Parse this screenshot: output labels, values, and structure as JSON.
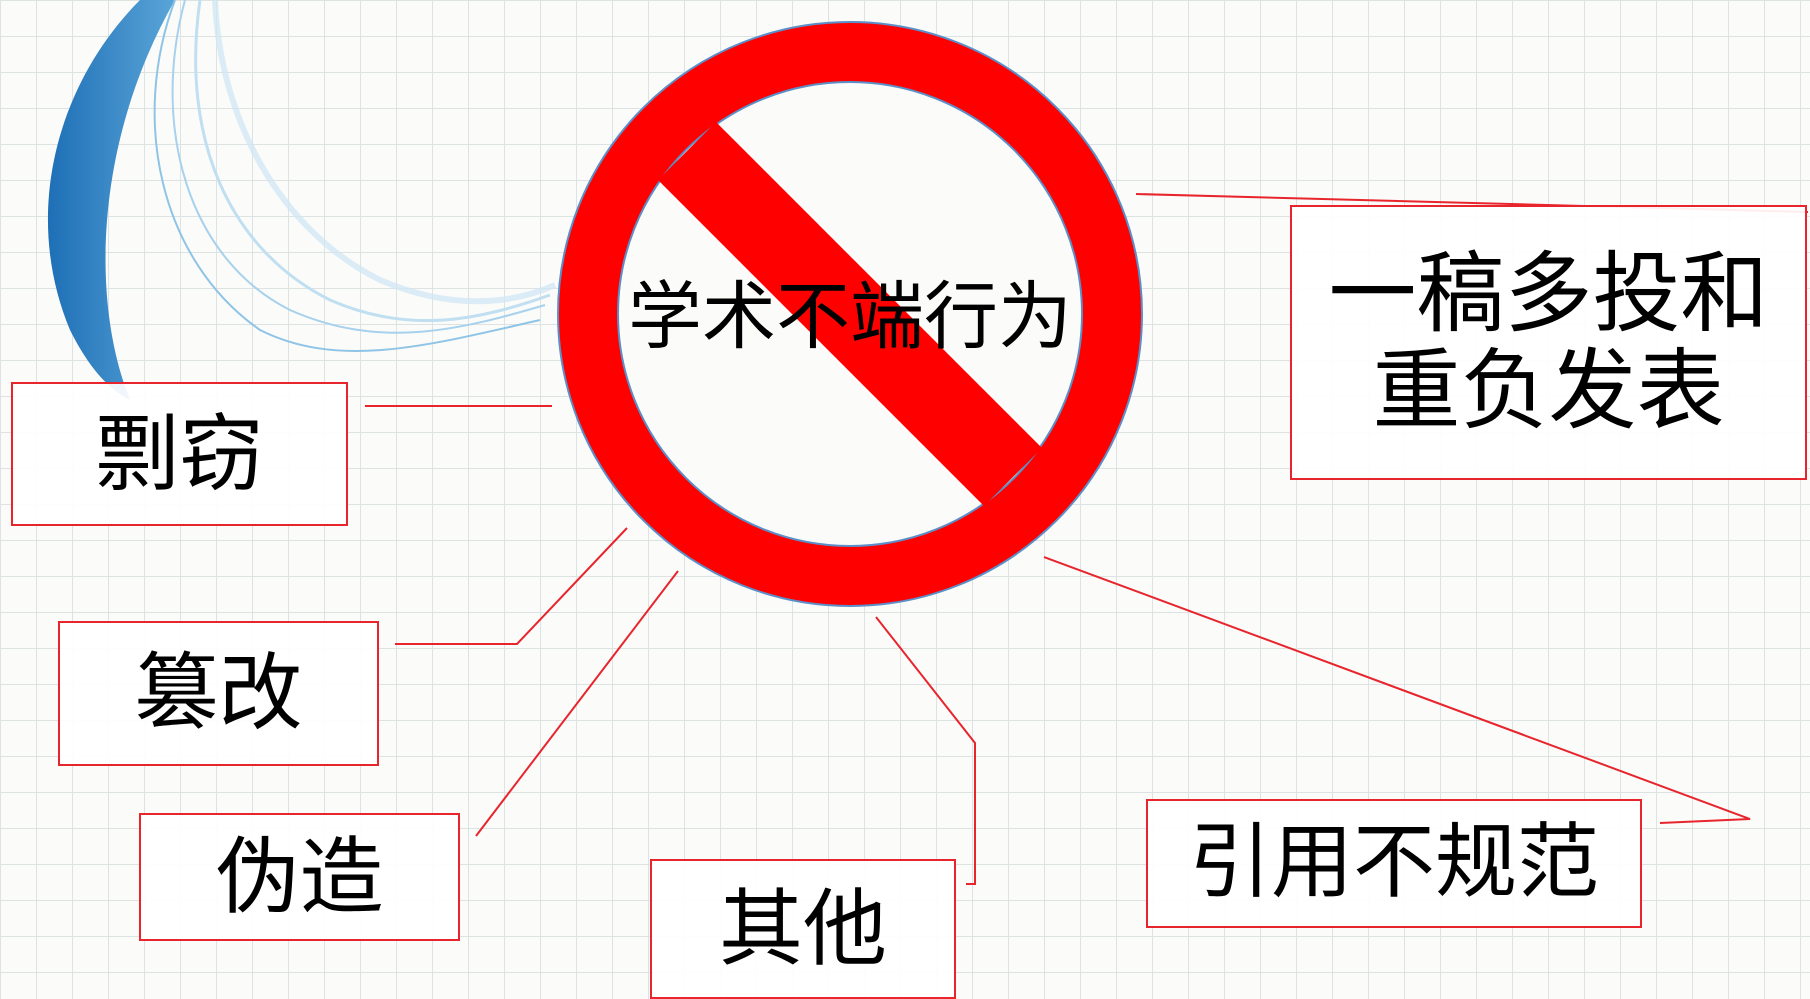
{
  "diagram": {
    "center_label": "学术不端行为",
    "categories": {
      "plagiarism": "剽窃",
      "tampering": "篡改",
      "fabrication": "伪造",
      "other": "其他",
      "improper_citation": "引用不规范",
      "duplicate_line1": "一稿多投和",
      "duplicate_line2": "重负发表"
    },
    "colors": {
      "prohibition_red": "#ff0000",
      "connector_red": "#e8252d",
      "swoosh_blue": "#1e6fb6"
    }
  }
}
